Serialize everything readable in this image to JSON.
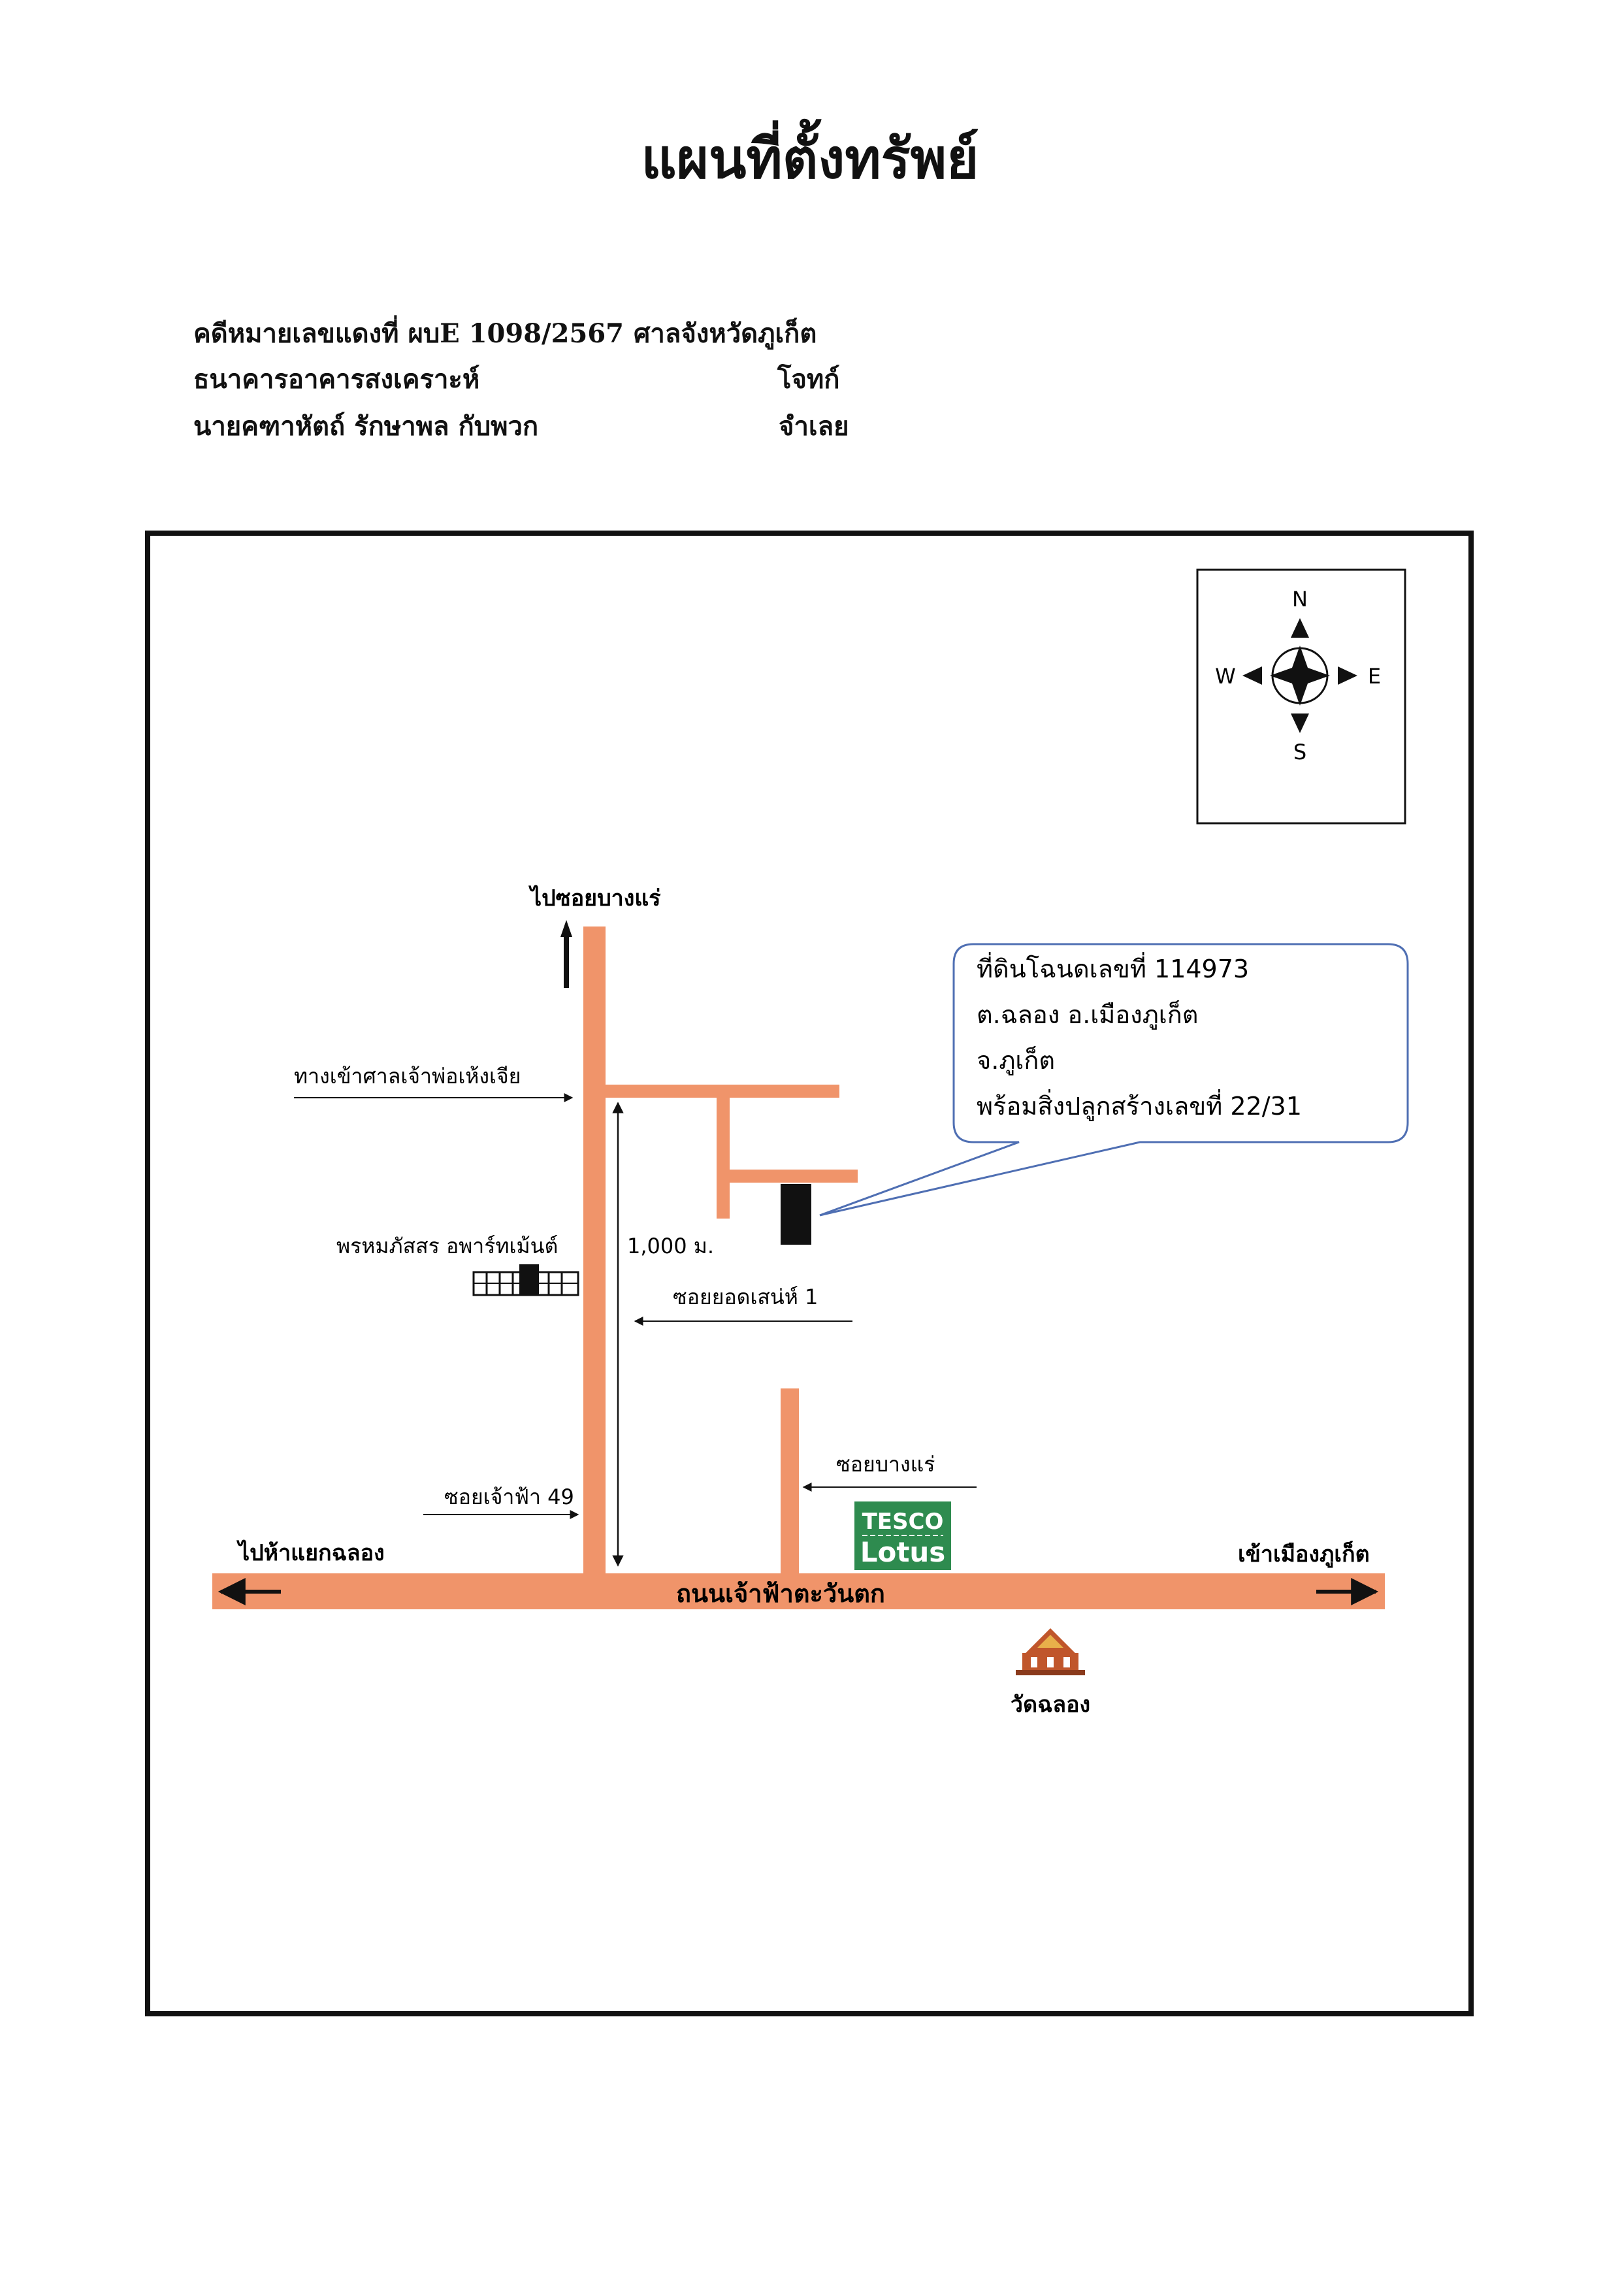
{
  "title": "แผนที่ตั้งทรัพย์",
  "case": {
    "line1_left": "คดีหมายเลขแดงที่ ผบE 1098/2567",
    "line1_right": "ศาลจังหวัดภูเก็ต",
    "line2_left": "ธนาคารอาคารสงเคราะห์",
    "line2_right": "โจทก์",
    "line3_left": "นายคฑาหัตถ์ รักษาพล กับพวก",
    "line3_right": "จำเลย"
  },
  "compass": {
    "north": "N",
    "south": "S",
    "east": "E",
    "west": "W"
  },
  "map": {
    "to_soi_bang_rae_top": "ไปซอยบางแร่",
    "shrine_entrance": "ทางเข้าศาลเจ้าพ่อเห้งเจีย",
    "apartment": "พรหมภัสสร อพาร์ทเม้นต์",
    "distance": "1,000 ม.",
    "soi_yod_sane": "ซอยยอดเสน่ห์ 1",
    "soi_bang_rae": "ซอยบางแร่",
    "soi_chao_fa_49": "ซอยเจ้าฟ้า 49",
    "to_chalong_intersection": "ไปห้าแยกฉลอง",
    "to_phuket_town": "เข้าเมืองภูเก็ต",
    "main_road": "ถนนเจ้าฟ้าตะวันตก",
    "temple": "วัดฉลอง",
    "tesco_line1": "TESCO",
    "tesco_line2": "Lotus"
  },
  "callout": {
    "line1": "ที่ดินโฉนดเลขที่ 114973",
    "line2": "ต.ฉลอง อ.เมืองภูเก็ต",
    "line3": "จ.ภูเก็ต",
    "line4": "พร้อมสิ่งปลูกสร้างเลขที่ 22/31"
  },
  "colors": {
    "road": "#f0946a",
    "callout_border": "#4f6fb3",
    "tesco": "#2e8b4f",
    "temple": "#c0562b"
  }
}
